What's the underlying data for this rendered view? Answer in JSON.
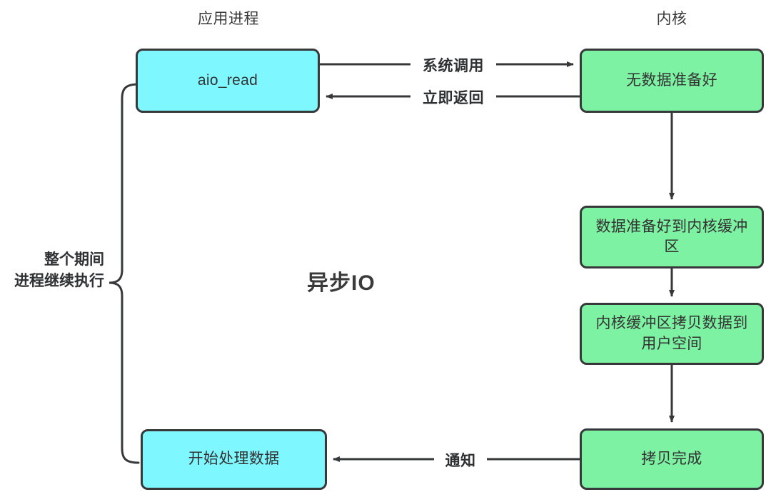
{
  "diagram": {
    "center_title": "异步IO",
    "columns": [
      {
        "name": "process-column",
        "label": "应用进程"
      },
      {
        "name": "kernel-column",
        "label": "内核"
      }
    ],
    "annotation": {
      "line1": "整个期间",
      "line2": "进程继续执行"
    },
    "nodes": [
      {
        "id": "aio-read",
        "label": "aio_read",
        "side": "process"
      },
      {
        "id": "start-process",
        "label": "开始处理数据",
        "side": "process"
      },
      {
        "id": "no-data-ready",
        "label": "无数据准备好",
        "side": "kernel"
      },
      {
        "id": "data-to-buffer",
        "label": "数据准备好到内核缓冲区",
        "side": "kernel"
      },
      {
        "id": "copy-to-user",
        "label": "内核缓冲区拷贝数据到用户空间",
        "side": "kernel"
      },
      {
        "id": "copy-done",
        "label": "拷贝完成",
        "side": "kernel"
      }
    ],
    "edges": [
      {
        "id": "syscall",
        "label": "系统调用",
        "from": "aio-read",
        "to": "no-data-ready"
      },
      {
        "id": "return",
        "label": "立即返回",
        "from": "no-data-ready",
        "to": "aio-read"
      },
      {
        "id": "prepare",
        "label": "",
        "from": "no-data-ready",
        "to": "data-to-buffer"
      },
      {
        "id": "copying",
        "label": "",
        "from": "data-to-buffer",
        "to": "copy-to-user"
      },
      {
        "id": "finishing",
        "label": "",
        "from": "copy-to-user",
        "to": "copy-done"
      },
      {
        "id": "notify",
        "label": "通知",
        "from": "copy-done",
        "to": "start-process"
      }
    ],
    "colors": {
      "process_fill": "#7ff7ff",
      "kernel_fill": "#7ef2a3",
      "stroke": "#37383a",
      "text": "#333333",
      "background": "#ffffff"
    }
  }
}
